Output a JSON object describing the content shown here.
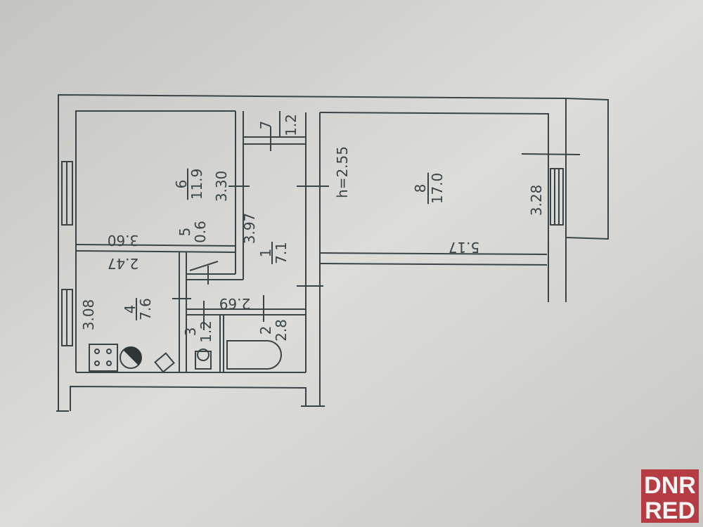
{
  "plan": {
    "ceiling_height": "h=2.55",
    "rooms": [
      {
        "number": "1",
        "area": "7.1"
      },
      {
        "number": "2",
        "area": "2.8"
      },
      {
        "number": "3",
        "area": "1.2"
      },
      {
        "number": "4",
        "area": "7.6"
      },
      {
        "number": "5",
        "area": "0.6"
      },
      {
        "number": "6",
        "area": "11.9"
      },
      {
        "number": "7",
        "area": "1.2"
      },
      {
        "number": "8",
        "area": "17.0"
      }
    ],
    "dimensions": [
      "3.30",
      "3.60",
      "2.47",
      "3.08",
      "3.97",
      "2.69",
      "5.17",
      "3.28"
    ]
  },
  "watermark": {
    "line1": "DNR",
    "line2": "RED",
    "bg": "#b0232a"
  }
}
